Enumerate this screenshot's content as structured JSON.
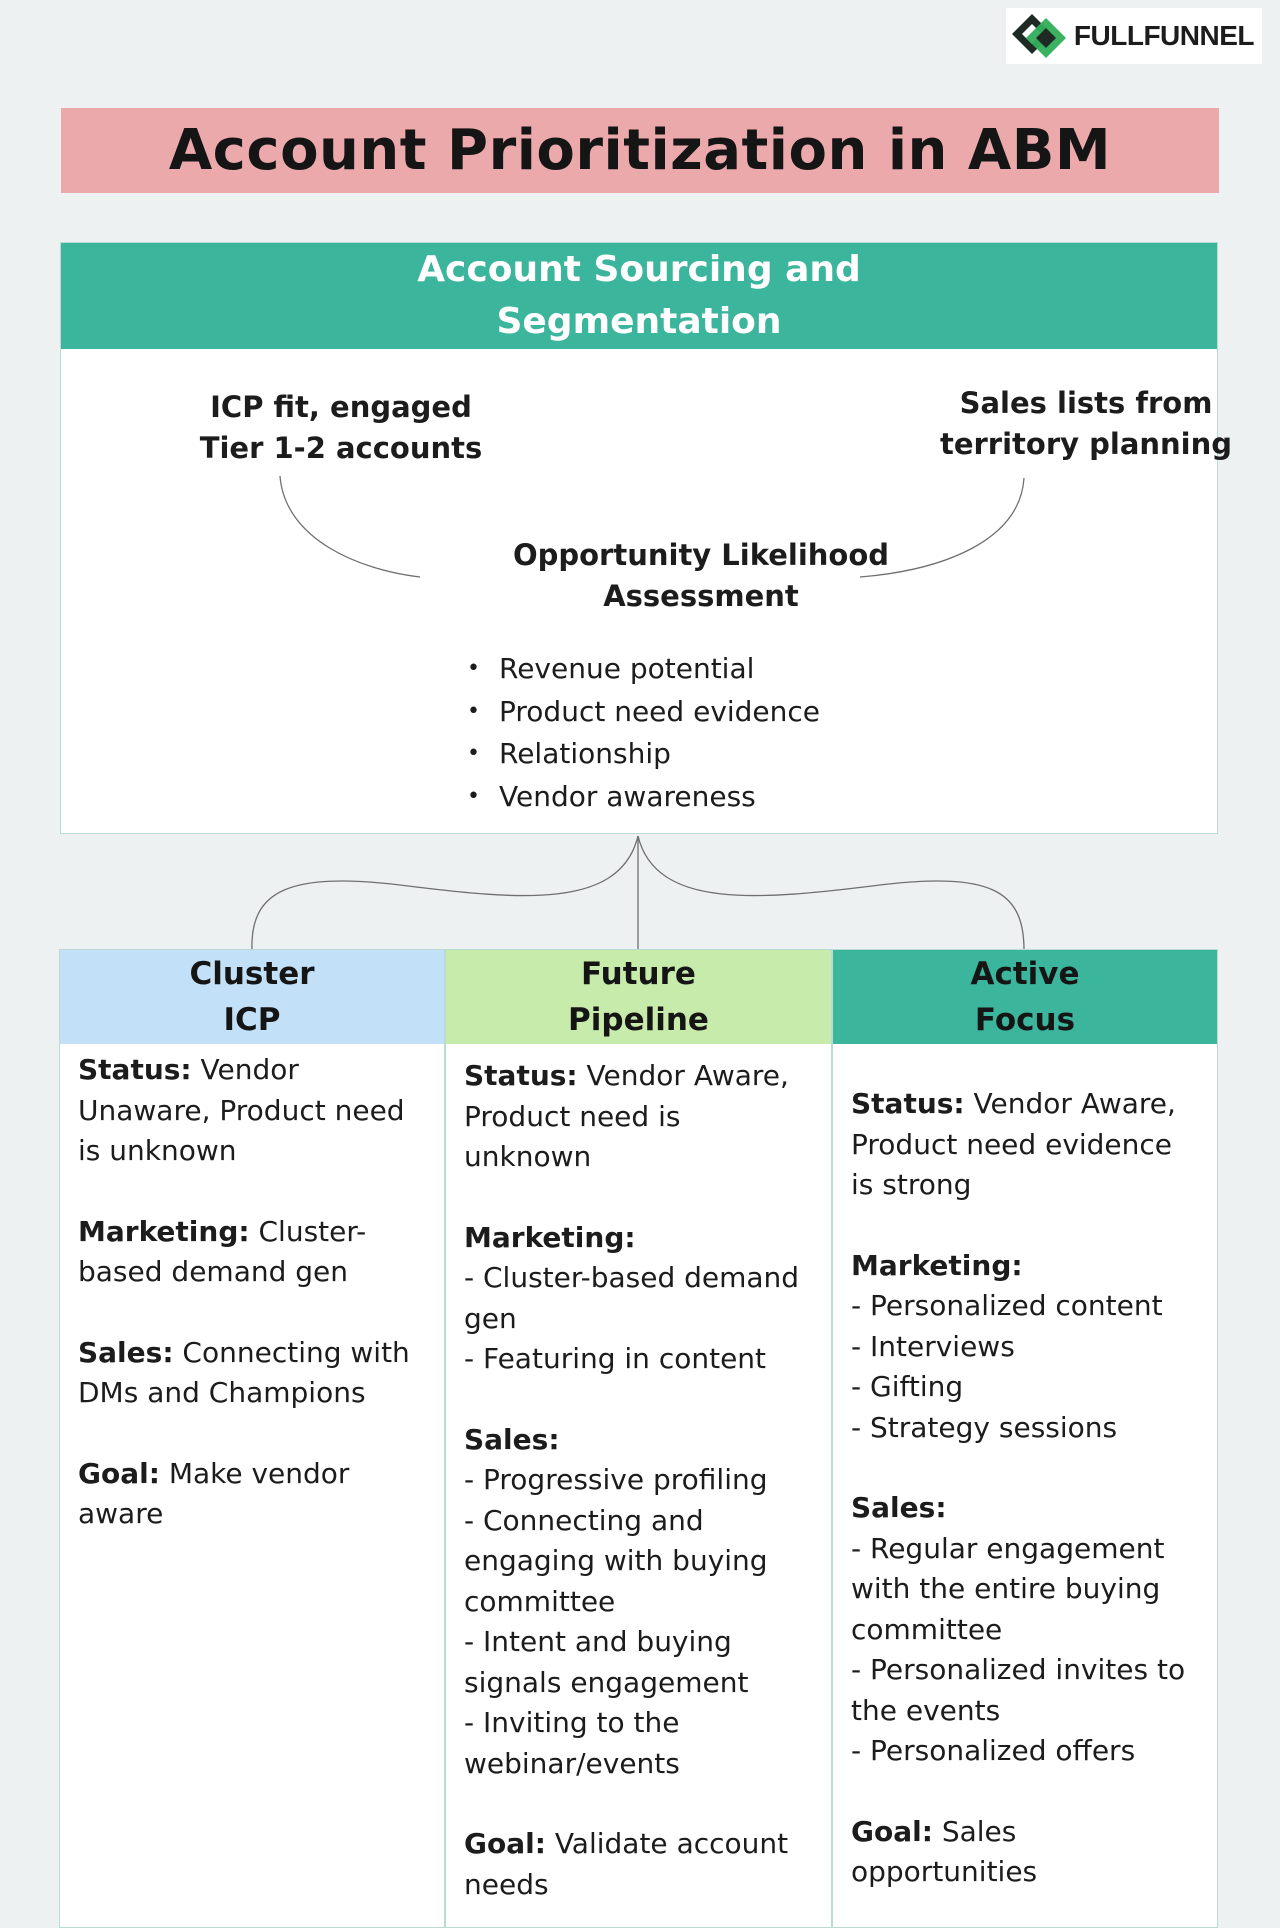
{
  "logo": {
    "brand": "FULLFUNNEL",
    "colors": {
      "dark": "#1f2a25",
      "green": "#2fae5a"
    }
  },
  "title": "Account Prioritization in ABM",
  "sourcing": {
    "header": "Account Sourcing and\nSegmentation",
    "left_label": "ICP fit, engaged\nTier 1-2 accounts",
    "right_label": "Sales lists from\nterritory planning",
    "assessment_title": "Opportunity Likelihood\nAssessment",
    "bullets": [
      "Revenue potential",
      "Product need evidence",
      "Relationship",
      "Vendor awareness"
    ]
  },
  "colors": {
    "title_bg": "#eba9ab",
    "teal": "#3bb59b",
    "blue": "#c2e0f7",
    "green": "#c7ebaa"
  },
  "columns": [
    {
      "title": "Cluster\nICP",
      "status_label": "Status:",
      "status": "Vendor Unaware, Product need is unknown",
      "marketing_label": "Marketing:",
      "marketing": "Cluster-based demand gen",
      "sales_label": "Sales:",
      "sales": "Connecting with DMs and Champions",
      "goal_label": "Goal:",
      "goal": "Make vendor aware"
    },
    {
      "title": "Future\nPipeline",
      "status_label": "Status:",
      "status": "Vendor Aware, Product need is unknown",
      "marketing_label": "Marketing:",
      "marketing_items": [
        "- Cluster-based demand gen",
        "- Featuring in content"
      ],
      "sales_label": "Sales:",
      "sales_items": [
        "- Progressive profiling",
        "- Connecting and engaging with buying committee",
        "- Intent and buying signals engagement",
        "- Inviting to the webinar/events"
      ],
      "goal_label": "Goal:",
      "goal": "Validate account needs"
    },
    {
      "title": "Active\nFocus",
      "status_label": "Status:",
      "status": "Vendor Aware, Product need evidence is strong",
      "marketing_label": "Marketing:",
      "marketing_items": [
        "- Personalized content",
        "- Interviews",
        "- Gifting",
        "- Strategy sessions"
      ],
      "sales_label": "Sales:",
      "sales_items": [
        "- Regular engagement with the entire buying committee",
        "- Personalized invites to the events",
        "- Personalized offers"
      ],
      "goal_label": "Goal:",
      "goal": "Sales opportunities"
    }
  ]
}
